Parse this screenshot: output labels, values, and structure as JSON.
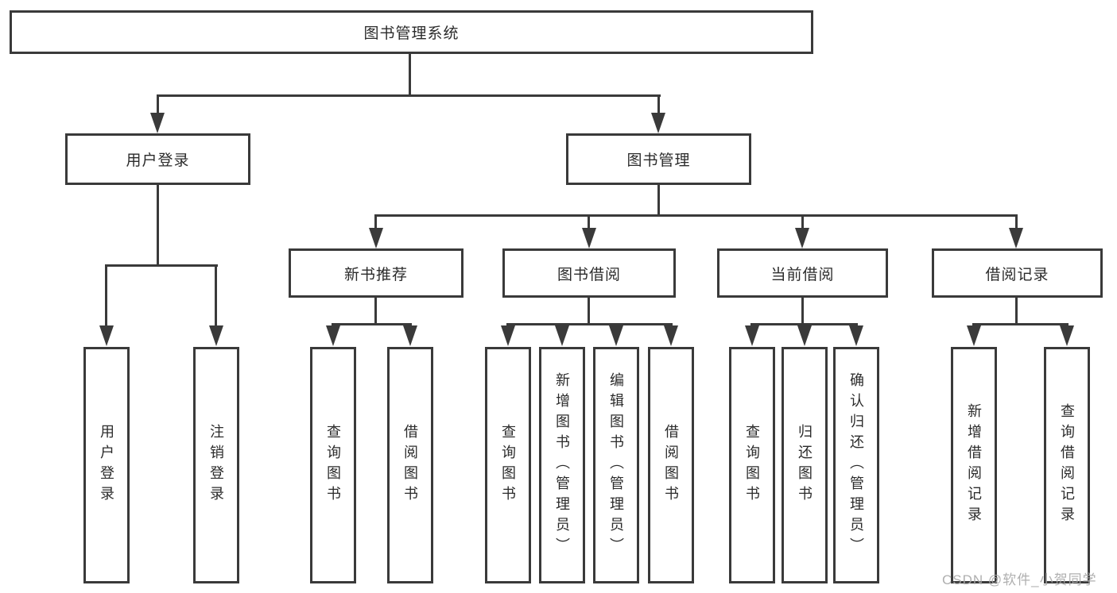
{
  "diagram": {
    "title": "图书管理系统",
    "root": {
      "label": "图书管理系统"
    },
    "level2": [
      {
        "label": "用户登录"
      },
      {
        "label": "图书管理"
      }
    ],
    "level3": [
      {
        "label": "新书推荐"
      },
      {
        "label": "图书借阅"
      },
      {
        "label": "当前借阅"
      },
      {
        "label": "借阅记录"
      }
    ],
    "leaves": {
      "user_login": [
        {
          "label": "用户登录"
        },
        {
          "label": "注销登录"
        }
      ],
      "new_books": [
        {
          "label": "查询图书"
        },
        {
          "label": "借阅图书"
        }
      ],
      "book_borrow": [
        {
          "label": "查询图书"
        },
        {
          "label": "新增图书（管理员）"
        },
        {
          "label": "编辑图书（管理员）"
        },
        {
          "label": "借阅图书"
        }
      ],
      "current_borrow": [
        {
          "label": "查询图书"
        },
        {
          "label": "归还图书"
        },
        {
          "label": "确认归还（管理员）"
        }
      ],
      "borrow_records": [
        {
          "label": "新增借阅记录"
        },
        {
          "label": "查询借阅记录"
        }
      ]
    }
  },
  "watermark": {
    "text": "CSDN @软件_小贺同学"
  },
  "colors": {
    "line": "#3a3a3a",
    "text": "#2b2b2b",
    "background": "#ffffff",
    "watermark": "#a8a8a8"
  }
}
